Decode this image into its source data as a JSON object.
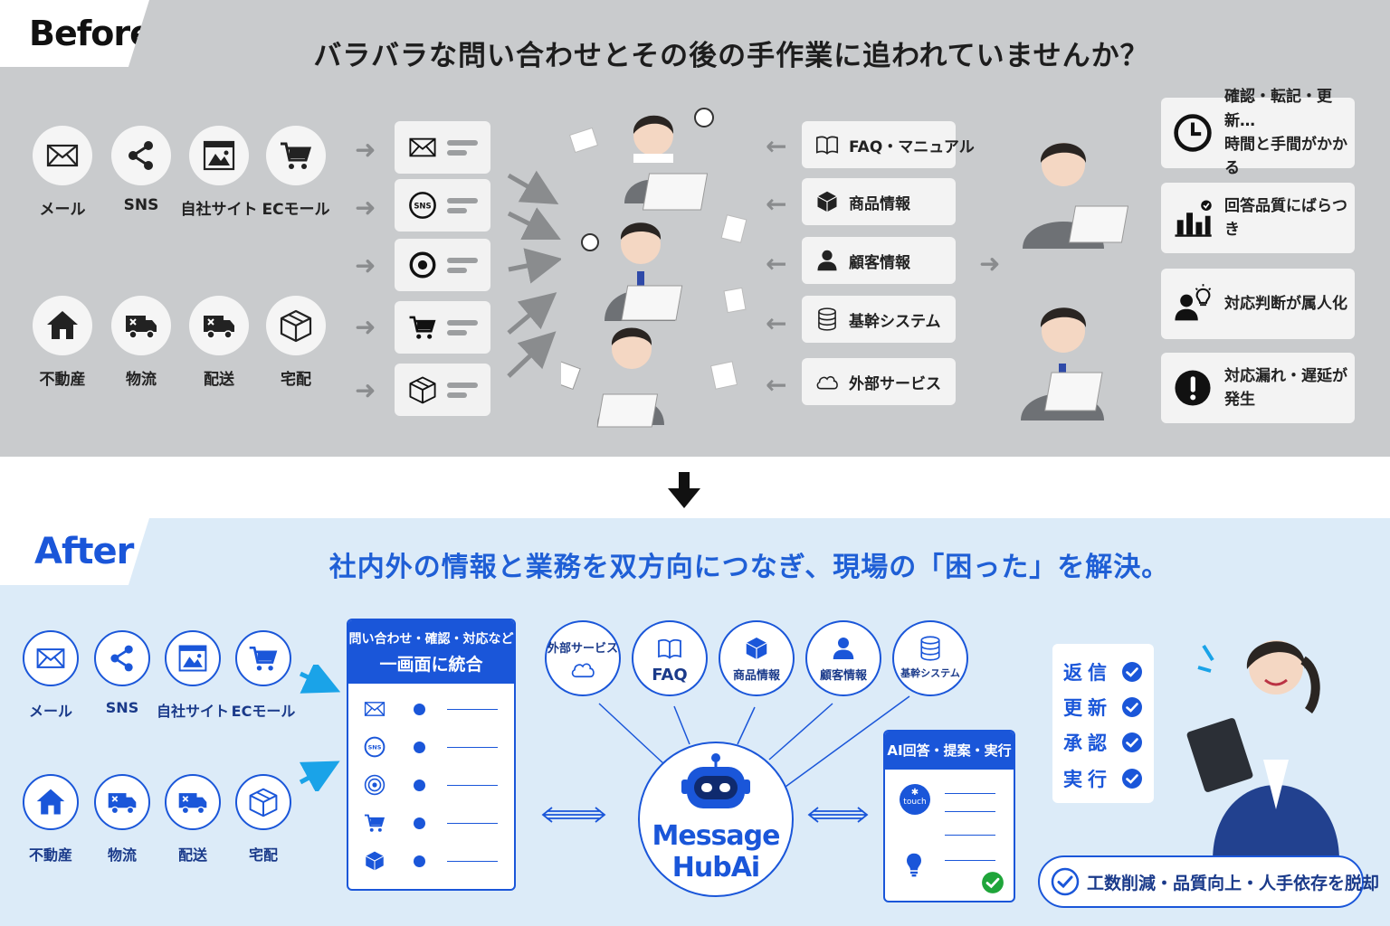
{
  "before": {
    "tag": "Before",
    "title": "バラバラな問い合わせとその後の手作業に追われていませんか？",
    "sources": [
      {
        "label": "メール",
        "icon": "mail-icon"
      },
      {
        "label": "SNS",
        "icon": "share-icon"
      },
      {
        "label": "自社サイト",
        "icon": "website-icon"
      },
      {
        "label": "ECモール",
        "icon": "cart-icon"
      },
      {
        "label": "不動産",
        "icon": "house-icon"
      },
      {
        "label": "物流",
        "icon": "truck-icon"
      },
      {
        "label": "配送",
        "icon": "delivery-truck-icon"
      },
      {
        "label": "宅配",
        "icon": "package-icon"
      }
    ],
    "channel_badge": "SNS",
    "info_sources": [
      {
        "label": "FAQ・マニュアル",
        "icon": "book-icon"
      },
      {
        "label": "商品情報",
        "icon": "cube-icon"
      },
      {
        "label": "顧客情報",
        "icon": "person-icon"
      },
      {
        "label": "基幹システム",
        "icon": "database-icon"
      },
      {
        "label": "外部サービス",
        "icon": "cloud-icon"
      }
    ],
    "problems": [
      {
        "line1": "確認・転記・更新…",
        "line2": "時間と手間がかかる",
        "icon": "clock-icon"
      },
      {
        "line1": "回答品質にばらつき",
        "line2": "",
        "icon": "bar-chart-icon"
      },
      {
        "line1": "対応判断が属人化",
        "line2": "",
        "icon": "person-idea-icon"
      },
      {
        "line1": "対応漏れ・遅延が発生",
        "line2": "",
        "icon": "alert-icon"
      }
    ]
  },
  "after": {
    "tag": "After",
    "title": "社内外の情報と業務を双方向につなぎ、現場の「困った」を解決。",
    "sources": [
      {
        "label": "メール",
        "icon": "mail-icon"
      },
      {
        "label": "SNS",
        "icon": "share-icon"
      },
      {
        "label": "自社サイト",
        "icon": "website-icon"
      },
      {
        "label": "ECモール",
        "icon": "cart-icon"
      },
      {
        "label": "不動産",
        "icon": "house-icon"
      },
      {
        "label": "物流",
        "icon": "truck-icon"
      },
      {
        "label": "配送",
        "icon": "delivery-truck-icon"
      },
      {
        "label": "宅配",
        "icon": "package-icon"
      }
    ],
    "unified_panel": {
      "line1": "問い合わせ・確認・対応など",
      "line2": "一画面に統合",
      "badge": "SNS"
    },
    "nodes": [
      {
        "label": "外部サービス",
        "icon": "cloud-icon"
      },
      {
        "label": "FAQ",
        "icon": "book-icon"
      },
      {
        "label": "商品情報",
        "icon": "cube-icon"
      },
      {
        "label": "顧客情報",
        "icon": "person-icon"
      },
      {
        "label": "基幹システム",
        "icon": "database-icon"
      }
    ],
    "hub": {
      "line1": "Message",
      "line2": "HubAi"
    },
    "ai_panel": {
      "title": "AI回答・提案・実行",
      "touch": "touch"
    },
    "actions": [
      "返信",
      "更新",
      "承認",
      "実行"
    ],
    "result": "工数削減・品質向上・人手依存を脱却"
  },
  "colors": {
    "accent": "#1a56d9",
    "before_bg": "#c9cbcd",
    "after_bg": "#dcebf8"
  }
}
